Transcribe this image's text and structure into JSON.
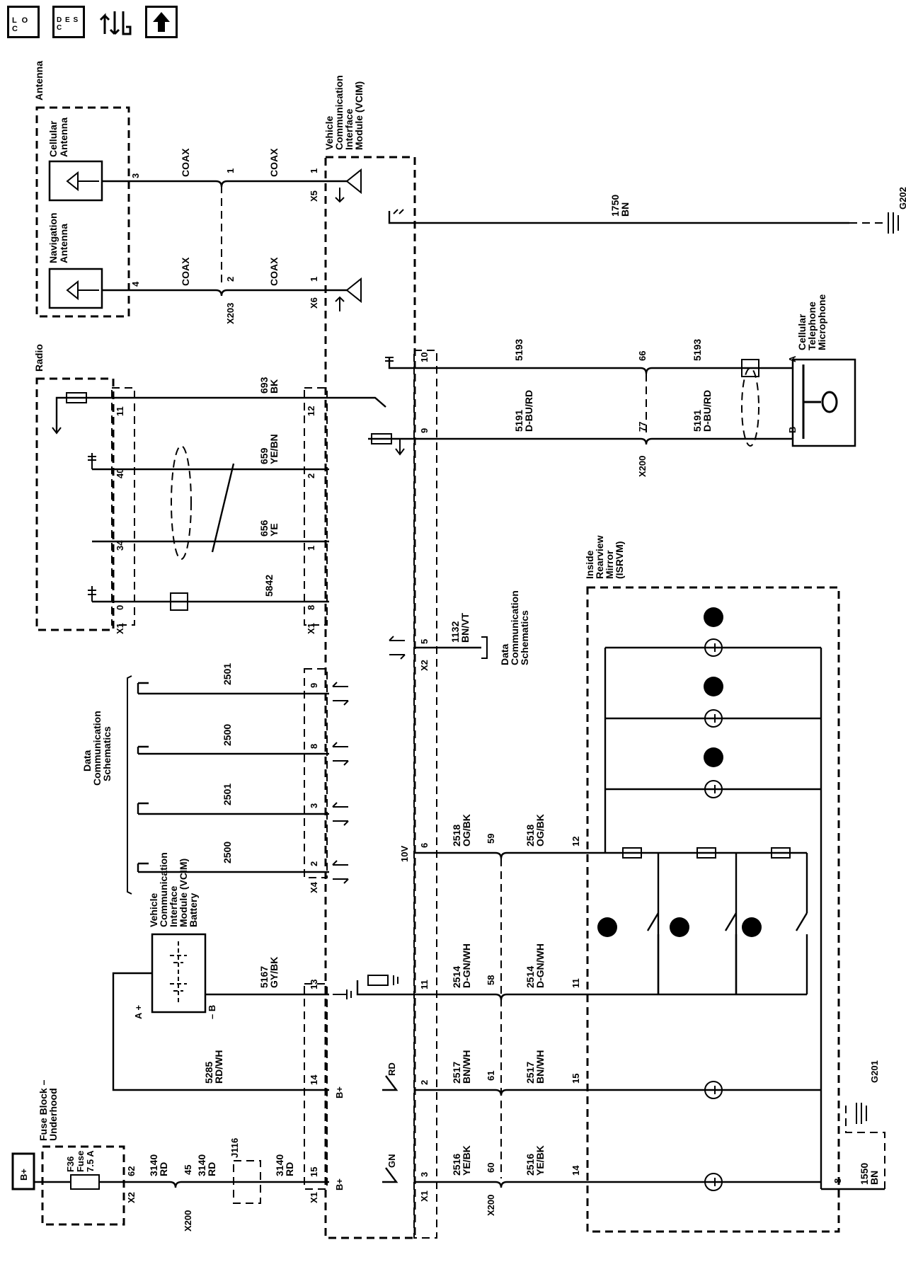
{
  "header": {
    "loc_icon": "L O C",
    "desc_icon": "D E S C",
    "icons": [
      "location-icon",
      "description-icon",
      "connector-wrench-icon",
      "up-arrow-icon"
    ]
  },
  "components": {
    "antenna": "Antenna",
    "cellular_antenna": [
      "Cellular",
      "Antenna"
    ],
    "navigation_antenna": [
      "Navigation",
      "Antenna"
    ],
    "vcim": [
      "Vehicle",
      "Communication",
      "Interface",
      "Module (VCIM)"
    ],
    "radio": "Radio",
    "cellular_microphone": [
      "Cellular",
      "Telephone",
      "Microphone"
    ],
    "data_comm": [
      "Data",
      "Communication",
      "Schematics"
    ],
    "data_comm_x2": [
      "Data",
      "Communication",
      "Schematics"
    ],
    "vcim_battery": [
      "Vehicle",
      "Communication",
      "Interface",
      "Module (VCIM)",
      "Battery"
    ],
    "fuse_block": [
      "Fuse Block –",
      "Underhood"
    ],
    "fuse": [
      "F36",
      "Fuse",
      "7.5 A"
    ],
    "isrvm": [
      "Inside",
      "Rearview",
      "Mirror",
      "(ISRVM)"
    ],
    "bplus_box": "B+"
  },
  "connectors": {
    "x203": "X203",
    "x5": "X5",
    "x6": "X6",
    "x1": "X1",
    "x2": "X2",
    "x4": "X4",
    "x200": "X200",
    "j116": "J116",
    "g201": "G201",
    "g202": "G202"
  },
  "wires": {
    "coax": "COAX",
    "w1750": [
      "1750",
      "BN"
    ],
    "w5193": "5193",
    "w5191": [
      "5191",
      "D-BU/RD"
    ],
    "w693": [
      "693",
      "BK"
    ],
    "w659": [
      "659",
      "YE/BN"
    ],
    "w656": [
      "656",
      "YE"
    ],
    "w5842": "5842",
    "w1132": [
      "1132",
      "BN/VT"
    ],
    "w2501": "2501",
    "w2500": "2500",
    "w2518": [
      "2518",
      "OG/BK"
    ],
    "w2514": [
      "2514",
      "D-GN/WH"
    ],
    "w2517": [
      "2517",
      "BN/WH"
    ],
    "w2516": [
      "2516",
      "YE/BK"
    ],
    "w5167": [
      "5167",
      "GY/BK"
    ],
    "w5285": [
      "5285",
      "RD/WH"
    ],
    "w3140": [
      "3140",
      "RD"
    ],
    "w1550": [
      "1550",
      "BN"
    ]
  },
  "pins": {
    "p3": "3",
    "p4": "4",
    "p1": "1",
    "p2": "2",
    "p8": "8",
    "p9": "9",
    "p10": "10",
    "p11": "11",
    "p12": "12",
    "p13": "13",
    "p14": "14",
    "p15": "15",
    "p5": "5",
    "p6": "6",
    "p0": "0",
    "p34": "34",
    "p40": "40",
    "p45": "45",
    "p58": "58",
    "p59": "59",
    "p60": "60",
    "p61": "61",
    "p62": "62",
    "p66": "66",
    "p77": "77",
    "pA": "A",
    "pB": "B",
    "pAplus": "A +",
    "pBminus": "– B",
    "v10": "10V",
    "rd": "RD",
    "gn": "GN",
    "bplus": "B+"
  }
}
